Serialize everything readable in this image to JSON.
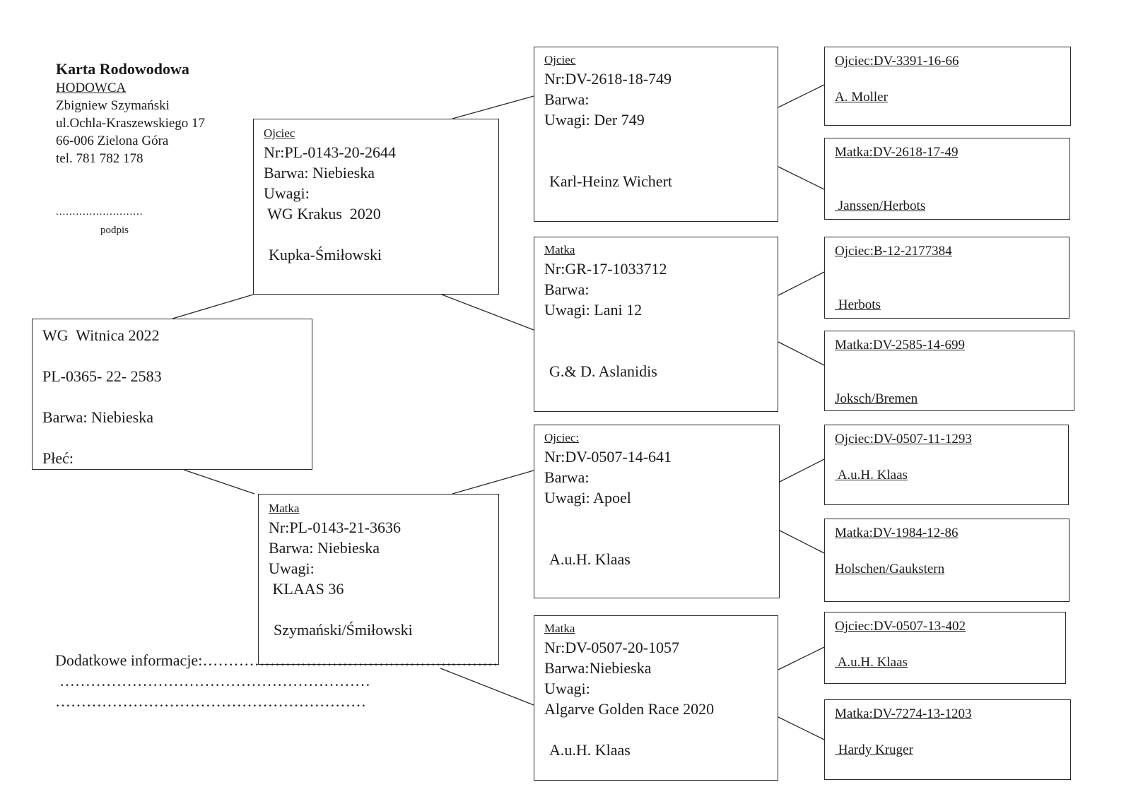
{
  "header": {
    "title": "Karta Rodowodowa",
    "breeder_label": "HODOWCA",
    "breeder_name": "Zbigniew Szymański",
    "street": "ul.Ochla-Kraszewskiego 17",
    "city": "66-006 Zielona Góra",
    "phone": "tel. 781 782 178",
    "signature_dots": "..........................",
    "signature_label": "podpis"
  },
  "footer": {
    "info_label": "Dodatkowe informacje:",
    "dots_1": "…………………………………………………",
    "dots_2": "……………………………………………………",
    "dots_3": "……………………………………………………"
  },
  "bird": {
    "name": "WG  Witnica 2022",
    "ring": "PL-0365- 22- 2583",
    "color": "Barwa: Niebieska",
    "sex": "Płeć:"
  },
  "gen1": {
    "sire": {
      "role": "Ojciec",
      "nr": "Nr:PL-0143-20-2644",
      "color": "Barwa: Niebieska",
      "notes_label": "Uwagi:",
      "notes": " WG Krakus  2020",
      "breeder": "Kupka-Śmiłowski"
    },
    "dam": {
      "role": "Matka",
      "nr": "Nr:PL-0143-21-3636",
      "color": "Barwa: Niebieska",
      "notes_label": "Uwagi:",
      "notes": " KLAAS 36",
      "breeder": "Szymański/Śmiłowski"
    }
  },
  "gen2": {
    "ss": {
      "role": "Ojciec",
      "nr": "Nr:DV-2618-18-749",
      "color": "Barwa:",
      "notes": "Uwagi: Der 749",
      "breeder": "Karl-Heinz Wichert"
    },
    "sd": {
      "role": "Matka",
      "nr": "Nr:GR-17-1033712",
      "color": "Barwa:",
      "notes": "Uwagi: Lani 12",
      "breeder": "G.& D. Aslanidis"
    },
    "ds": {
      "role": "Ojciec:",
      "nr": "Nr:DV-0507-14-641",
      "color": "Barwa:",
      "notes": "Uwagi: Apoel",
      "breeder": "A.u.H. Klaas"
    },
    "dd": {
      "role": "Matka",
      "nr": "Nr:DV-0507-20-1057",
      "color": "Barwa:Niebieska",
      "notes_label": "Uwagi:",
      "notes": "Algarve Golden Race 2020",
      "breeder": "A.u.H. Klaas"
    }
  },
  "gen3": [
    {
      "ring": "Ojciec:DV-3391-16-66",
      "breeder": "A. Moller"
    },
    {
      "ring": "Matka:DV-2618-17-49",
      "breeder": " Janssen/Herbots"
    },
    {
      "ring": "Ojciec:B-12-2177384",
      "breeder": " Herbots"
    },
    {
      "ring": "Matka:DV-2585-14-699",
      "breeder": "Joksch/Bremen"
    },
    {
      "ring": "Ojciec:DV-0507-11-1293",
      "breeder": " A.u.H. Klaas"
    },
    {
      "ring": "Matka:DV-1984-12-86",
      "breeder": "Holschen/Gaukstern"
    },
    {
      "ring": "Ojciec:DV-0507-13-402",
      "breeder": " A.u.H. Klaas"
    },
    {
      "ring": "Matka:DV-7274-13-1203",
      "breeder": " Hardy Kruger"
    }
  ]
}
